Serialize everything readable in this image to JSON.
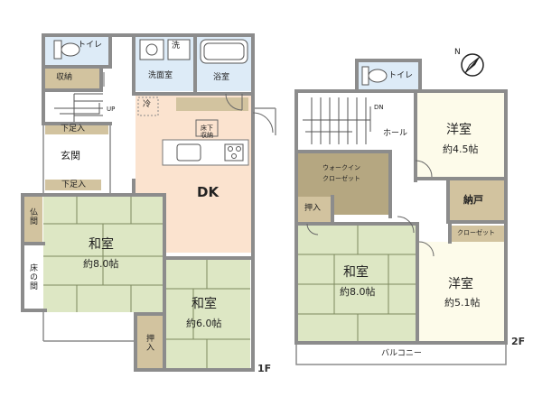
{
  "floor1": {
    "floor_tag": "1F",
    "rooms": {
      "toilet": "トイレ",
      "storage": "収納",
      "up": "UP",
      "washer": "洗",
      "washroom": "洗面室",
      "bathroom": "浴室",
      "lower_shoebox_top": "下足入",
      "entrance": "玄関",
      "lower_shoebox_bottom": "下足入",
      "fridge": "冷",
      "underfloor_storage": "床下収納",
      "dk": "DK",
      "butsuma": "仏間",
      "tokonoma": "床の間",
      "washitsu_a": "和室",
      "washitsu_a_size": "約8.0帖",
      "washitsu_b": "和室",
      "washitsu_b_size": "約6.0帖",
      "oshiire": "押入"
    }
  },
  "floor2": {
    "floor_tag": "2F",
    "rooms": {
      "toilet": "トイレ",
      "dn": "DN",
      "hall": "ホール",
      "yoshitsu_a": "洋室",
      "yoshitsu_a_size": "約4.5帖",
      "walkin_closet_1": "ウォークイン",
      "walkin_closet_2": "クローゼット",
      "nando": "納戸",
      "oshiire": "押入",
      "closet": "クローゼット",
      "washitsu": "和室",
      "washitsu_size": "約8.0帖",
      "yoshitsu_b": "洋室",
      "yoshitsu_b_size": "約5.1帖",
      "balcony": "バルコニー"
    }
  },
  "colors": {
    "wall": "#8c8c8c",
    "tatami": "#dde7c4",
    "dk_floor": "#fbe3cf",
    "wet_area": "#ddebf7",
    "storage": "#d2c39f",
    "closet_dark": "#b5a781",
    "western_room": "#fdfbea",
    "hall": "#ffffff"
  },
  "compass_icon": "compass-north-icon"
}
